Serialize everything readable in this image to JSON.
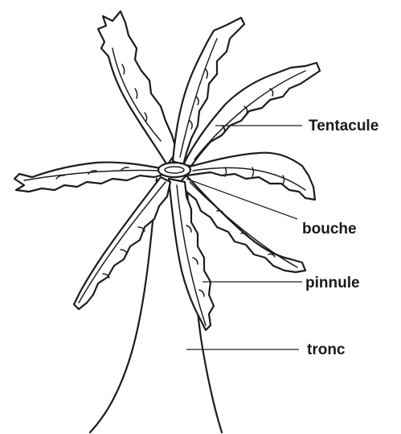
{
  "labels": {
    "tentacule": "Tentacule",
    "bouche": "bouche",
    "pinnule": "pinnule",
    "tronc": "tronc"
  }
}
